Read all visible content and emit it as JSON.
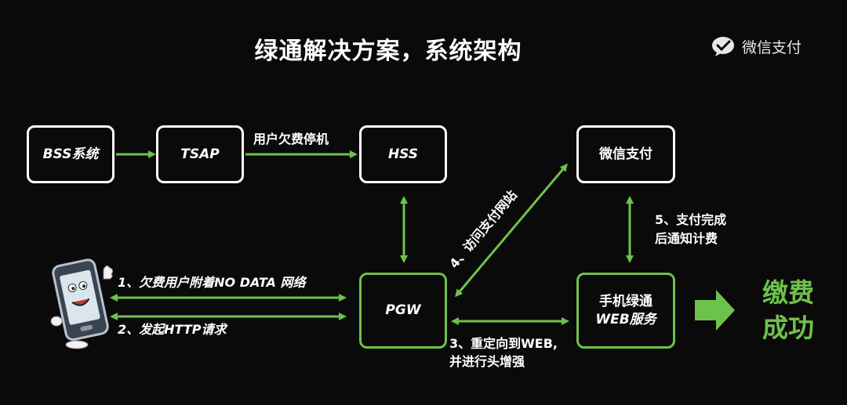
{
  "title": "绿通解决方案，系统架构",
  "brand": {
    "name": "微信支付",
    "icon": "wechat-pay-icon"
  },
  "nodes": {
    "bss": "BSS系统",
    "tsap": "TSAP",
    "hss": "HSS",
    "wechat_pay": "微信支付",
    "pgw": "PGW",
    "web_service_line1": "手机绿通",
    "web_service_line2": "WEB服务"
  },
  "edge_labels": {
    "tsap_hss": "用户欠费停机",
    "step1": "1、欠费用户附着NO DATA 网络",
    "step2": "2、发起HTTP请求",
    "step3_line1": "3、重定向到WEB,",
    "step3_line2": "并进行头增强",
    "step4": "4、访问支付网站",
    "step5_line1": "5、支付完成",
    "step5_line2": "后通知计费"
  },
  "result": {
    "line1": "缴费",
    "line2": "成功"
  },
  "colors": {
    "accent": "#6dc24b",
    "background": "#0a0a0a",
    "text": "#ffffff"
  }
}
